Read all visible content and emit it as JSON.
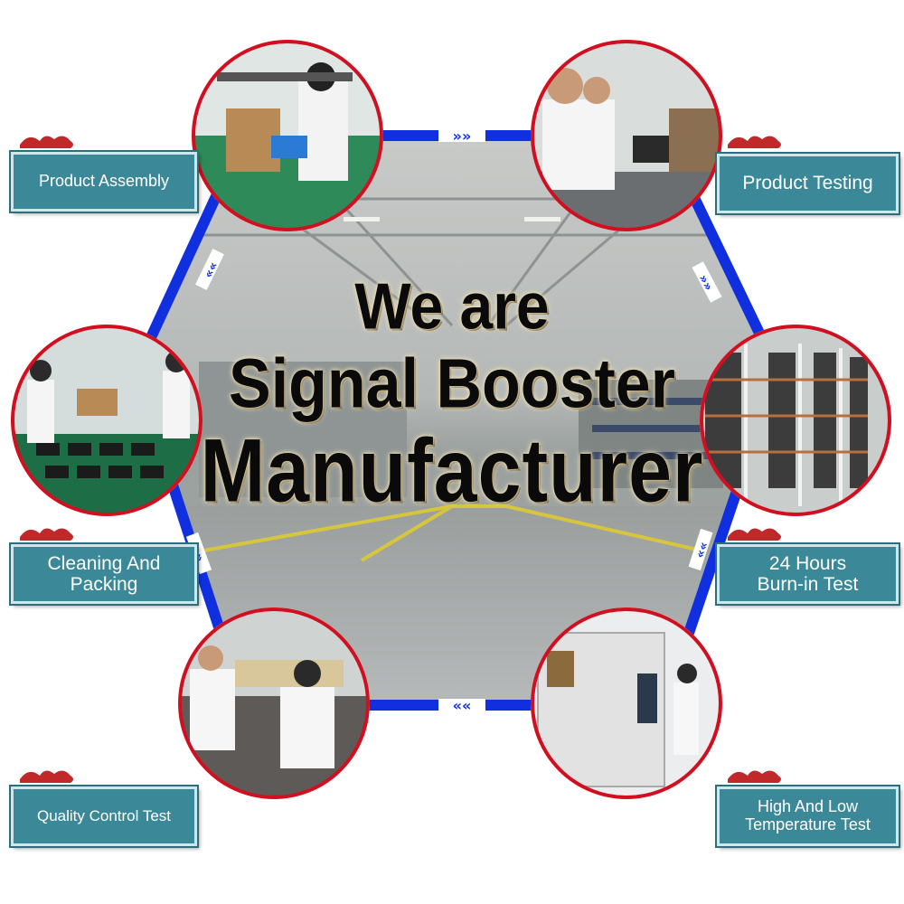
{
  "headline": {
    "line1": "We are",
    "line2": "Signal Booster",
    "line3": "Manufacturer"
  },
  "labels": {
    "product_assembly": "Product Assembly",
    "product_testing": "Product Testing",
    "cleaning_packing_1": "Cleaning And",
    "cleaning_packing_2": "Packing",
    "burn_in_1": "24 Hours",
    "burn_in_2": "Burn-in Test",
    "quality_control": "Quality Control Test",
    "temperature_1": "High And Low",
    "temperature_2": "Temperature Test"
  },
  "colors": {
    "hex_border": "#1030e0",
    "circle_ring": "#d01020",
    "label_bg": "#3b8998",
    "ornament": "#c0282a"
  }
}
